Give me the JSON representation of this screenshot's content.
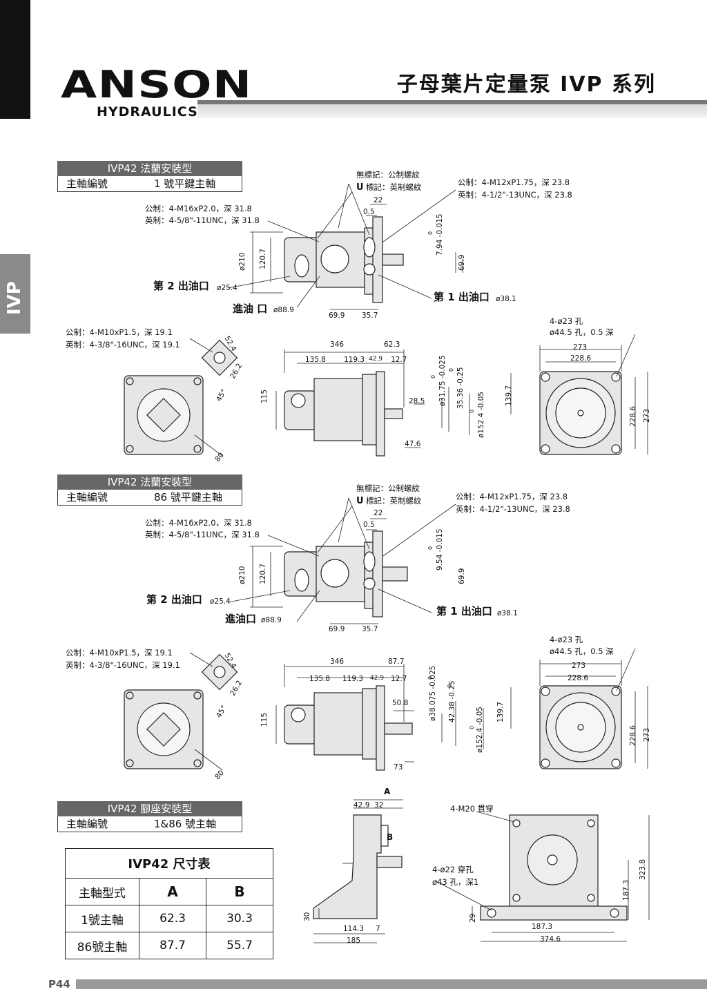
{
  "brand": {
    "name": "ANSON",
    "sub": "HYDRAULICS"
  },
  "page_title": "子母葉片定量泵 IVP 系列",
  "side_tab": "IVP",
  "sections": [
    {
      "head": "IVP42 法蘭安裝型",
      "row_label": "主軸編號",
      "row_value": "1 號平鍵主軸",
      "labels": {
        "thread_none": "無標記：公制螺紋",
        "thread_u": "標記：英制螺紋",
        "u": "U",
        "top_metric": "公制：4-M12xP1.75，深 23.8",
        "top_imperial": "英制：4-1/2\"-13UNC，深 23.8",
        "mid_metric": "公制：4-M16xP2.0，深 31.8",
        "mid_imperial": "英制：4-5/8\"-11UNC，深 31.8",
        "out2": "第 2 出油口",
        "out2_d": "ø25.4",
        "inlet": "進油 口",
        "inlet_d": "ø88.9",
        "out1": "第 1 出油口",
        "out1_d": "ø38.1",
        "port_metric": "公制：4-M10xP1.5，深 19.1",
        "port_imperial": "英制：4-3/8\"-16UNC，深 19.1",
        "holes1": "4-ø23 孔",
        "holes2": "ø44.5 孔，0.5 深"
      },
      "dims": {
        "d22": "22",
        "d05": "0.5",
        "d210": "ø210",
        "d1207": "120.7",
        "key": "7.94 -0.015",
        "key0": "0",
        "d699": "69.9",
        "d699b": "69.9",
        "d357": "35.7",
        "d524": "52.4",
        "d262": "26.2",
        "a45": "45°",
        "d80": "80",
        "d346": "346",
        "d623": "62.3",
        "d1358": "135.8",
        "d1193": "119.3",
        "d429": "42.9",
        "d127": "12.7",
        "d115": "115",
        "d285": "28.5",
        "shaft": "ø31.75 -0.025",
        "shaft0": "0",
        "d3536": "35.36 -0.25",
        "d3536_0": "0",
        "pilot": "ø152.4 -0.05",
        "pilot0": "0",
        "d1397": "139.7",
        "d476": "47.6",
        "d273": "273",
        "d2286": "228.6",
        "d2286v": "228.6",
        "d273v": "273"
      }
    },
    {
      "head": "IVP42 法蘭安裝型",
      "row_label": "主軸編號",
      "row_value": "86 號平鍵主軸",
      "labels": {
        "thread_none": "無標記：公制螺紋",
        "thread_u": "標記：英制螺紋",
        "u": "U",
        "top_metric": "公制：4-M12xP1.75，深 23.8",
        "top_imperial": "英制：4-1/2\"-13UNC，深 23.8",
        "mid_metric": "公制：4-M16xP2.0，深 31.8",
        "mid_imperial": "英制：4-5/8\"-11UNC，深 31.8",
        "out2": "第 2 出油口",
        "out2_d": "ø25.4",
        "inlet": "進油口",
        "inlet_d": "ø88.9",
        "out1": "第 1 出油口",
        "out1_d": "ø38.1",
        "port_metric": "公制：4-M10xP1.5，深 19.1",
        "port_imperial": "英制：4-3/8\"-16UNC，深 19.1",
        "holes1": "4-ø23 孔",
        "holes2": "ø44.5 孔，0.5 深"
      },
      "dims": {
        "d22": "22",
        "d05": "0.5",
        "d210": "ø210",
        "d1207": "120.7",
        "key": "9.54 -0.015",
        "key0": "0",
        "d699": "69.9",
        "d699b": "69.9",
        "d357": "35.7",
        "d524": "52.4",
        "d262": "26.2",
        "a45": "45°",
        "d80": "80",
        "d346": "346",
        "d623": "87.7",
        "d1358": "135.8",
        "d1193": "119.3",
        "d429": "42.9",
        "d127": "12.7",
        "d115": "115",
        "d285": "50.8",
        "shaft": "ø38.075 -0.025",
        "shaft0": "0",
        "d3536": "42.38 -0.25",
        "d3536_0": "0",
        "pilot": "ø152.4 -0.05",
        "pilot0": "0",
        "d1397": "139.7",
        "d476": "73",
        "d273": "273",
        "d2286": "228.6",
        "d2286v": "228.6",
        "d273v": "273"
      }
    }
  ],
  "foot_section": {
    "head": "IVP42 腳座安裝型",
    "row_label": "主軸編號",
    "row_value": "1&86 號主軸",
    "dims": {
      "a": "A",
      "b": "B",
      "d429": "42.9",
      "d32": "32",
      "d30": "30",
      "d1143": "114.3",
      "d7": "7",
      "d185": "185",
      "m20": "4-M20 貫穿",
      "h22": "4-ø22 穿孔",
      "h43": "ø43 孔，深1",
      "d29": "29",
      "d1873h": "187.3",
      "d3746": "374.6",
      "d1873v": "187.3",
      "d3238": "323.8"
    }
  },
  "table": {
    "caption": "IVP42 尺寸表",
    "headers": [
      "主軸型式",
      "A",
      "B"
    ],
    "rows": [
      [
        "1號主軸",
        "62.3",
        "30.3"
      ],
      [
        "86號主軸",
        "87.7",
        "55.7"
      ]
    ]
  },
  "page_number": "P44"
}
